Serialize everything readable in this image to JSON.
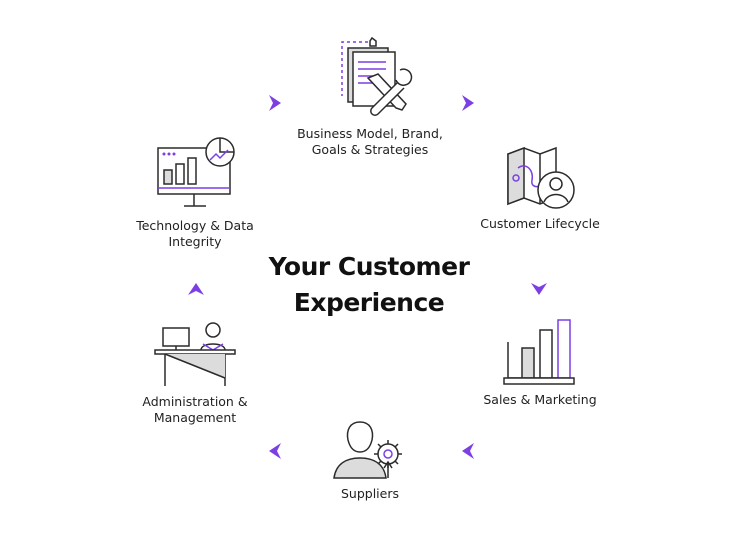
{
  "title": {
    "line1": "Your Customer",
    "line2": "Experience"
  },
  "nodes": {
    "business_model": {
      "line1": "Business Model, Brand,",
      "line2": "Goals & Strategies",
      "icon": "document-pencil-wrench-icon"
    },
    "customer_lifecycle": {
      "line1": "Customer Lifecycle",
      "icon": "map-person-icon"
    },
    "sales_marketing": {
      "line1": "Sales & Marketing",
      "icon": "bar-chart-icon"
    },
    "suppliers": {
      "line1": "Suppliers",
      "icon": "person-gear-icon"
    },
    "administration": {
      "line1": "Administration &",
      "line2": "Management",
      "icon": "desk-worker-icon"
    },
    "technology": {
      "line1": "Technology & Data",
      "line2": "Integrity",
      "icon": "monitor-analytics-icon"
    }
  },
  "colors": {
    "accent": "#7b3fe4",
    "stroke": "#2b2b2b",
    "shade": "#dcdcdc"
  }
}
